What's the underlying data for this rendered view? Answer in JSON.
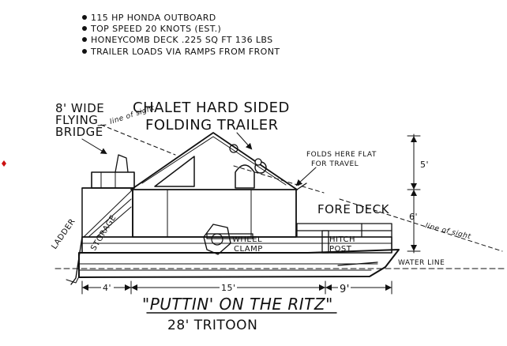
{
  "specs": [
    "115 HP HONDA OUTBOARD",
    "TOP SPEED 20 KNOTS (EST.)",
    "HONEYCOMB DECK  .225 SQ FT  136 LBS",
    "TRAILER LOADS VIA RAMPS FROM FRONT"
  ],
  "labels": {
    "flying_bridge_1": "8' WIDE",
    "flying_bridge_2": "FLYING",
    "flying_bridge_3": "BRIDGE",
    "trailer_1": "CHALET HARD SIDED",
    "trailer_2": "FOLDING TRAILER",
    "folds_1": "FOLDS HERE FLAT",
    "folds_2": "FOR TRAVEL",
    "fore_deck": "FORE DECK",
    "ladder": "LADDER",
    "storage": "STORAGE",
    "wheel_clamp_1": "WHEEL",
    "wheel_clamp_2": "CLAMP",
    "hitch_post_1": "HITCH",
    "hitch_post_2": "POST",
    "water_line": "WATER LINE",
    "line_of_sight_top": "line of sight",
    "line_of_sight_right": "line of sight"
  },
  "dimensions": {
    "dim_4": "4'",
    "dim_15": "15'",
    "dim_9": "9'",
    "dim_upper": "5'",
    "dim_lower": "6'"
  },
  "title": "\"PUTTIN' ON THE RITZ\"",
  "subtitle": "28' TRITOON"
}
